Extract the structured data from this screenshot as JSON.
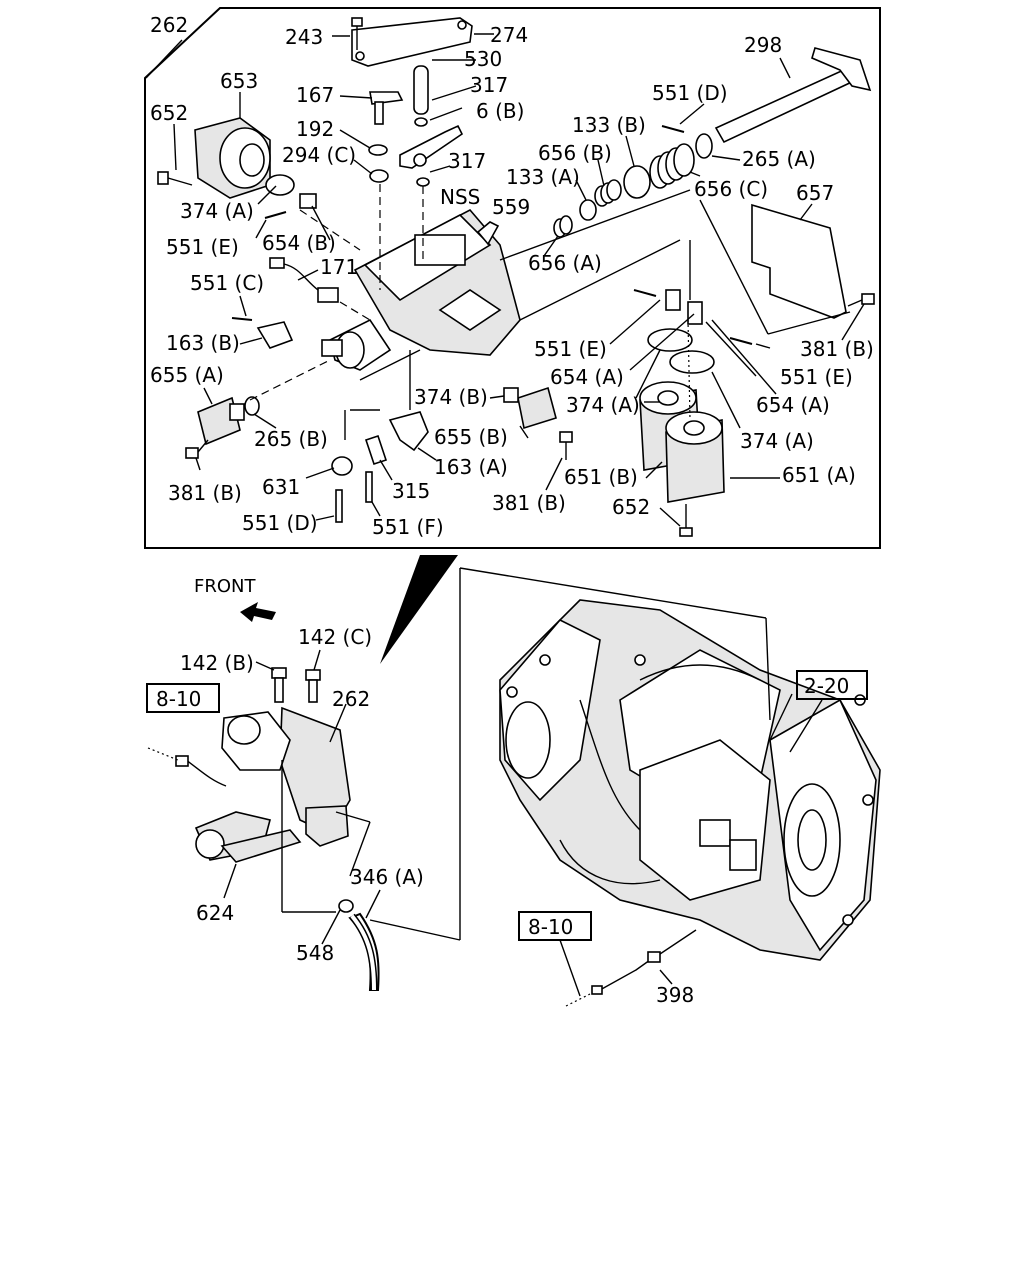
{
  "labels": {
    "l262top": "262",
    "l243": "243",
    "l274": "274",
    "l530": "530",
    "l317a": "317",
    "l298": "298",
    "l653": "653",
    "l167": "167",
    "l6b": "6 (B)",
    "l551d_top": "551 (D)",
    "l652a": "652",
    "l192": "192",
    "l133b": "133 (B)",
    "l294c": "294 (C)",
    "l317b": "317",
    "l656b": "656 (B)",
    "l265a": "265 (A)",
    "l133a": "133 (A)",
    "l656c": "656 (C)",
    "l657": "657",
    "l374a1": "374 (A)",
    "lnss": "NSS",
    "l559": "559",
    "l551e1": "551 (E)",
    "l654b": "654 (B)",
    "l656a": "656 (A)",
    "l171": "171",
    "l551c": "551 (C)",
    "l163b": "163 (B)",
    "l551e2": "551 (E)",
    "l381b1": "381 (B)",
    "l654a1": "654 (A)",
    "l551e3": "551 (E)",
    "l655a": "655 (A)",
    "l374b": "374 (B)",
    "l374a2": "374 (A)",
    "l654a2": "654 (A)",
    "l265b": "265 (B)",
    "l655b": "655 (B)",
    "l374a3": "374 (A)",
    "l163a": "163 (A)",
    "l381b2": "381 (B)",
    "l631": "631",
    "l315": "315",
    "l651b": "651 (B)",
    "l651a": "651 (A)",
    "l381b3": "381 (B)",
    "l551d2": "551 (D)",
    "l551f": "551 (F)",
    "l652b": "652",
    "lfront": "FRONT",
    "l142c": "142 (C)",
    "l142b": "142 (B)",
    "l262b": "262",
    "lref810a": "8-10",
    "lref220": "2-20",
    "l624": "624",
    "l346a": "346 (A)",
    "l548": "548",
    "lref810b": "8-10",
    "l398": "398"
  }
}
